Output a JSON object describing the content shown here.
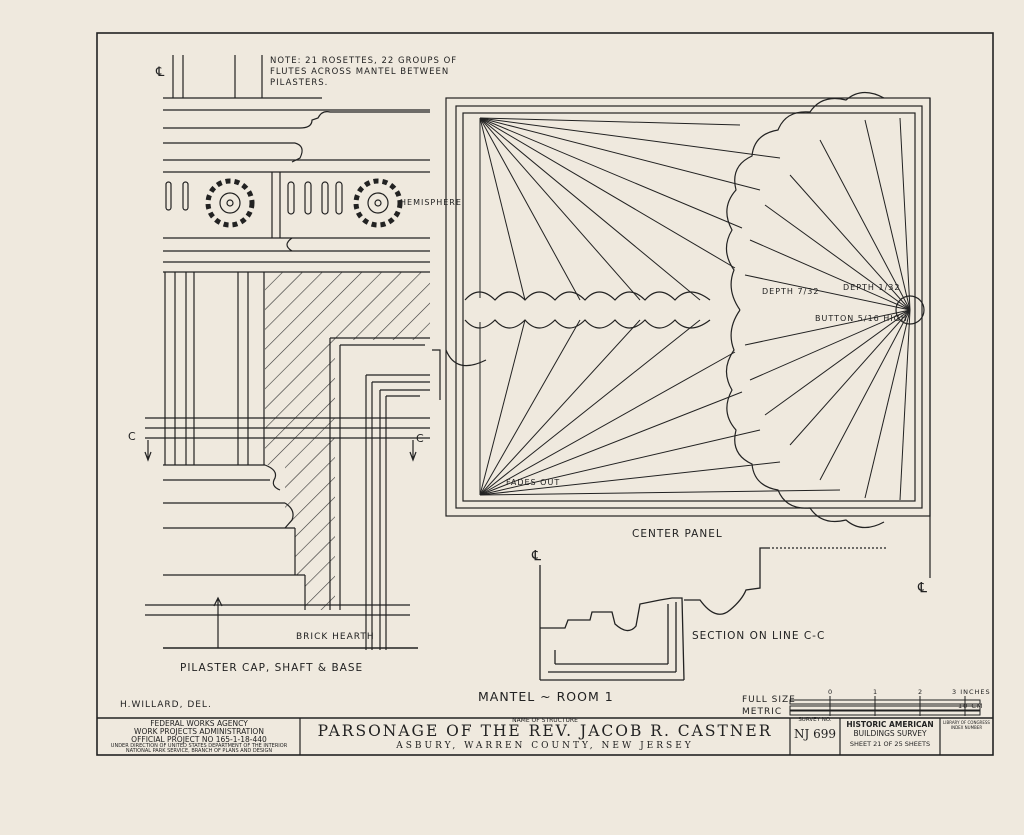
{
  "drawing": {
    "note": "NOTE: 21 ROSETTES, 22 GROUPS OF FLUTES ACROSS MANTEL BETWEEN PILASTERS.",
    "labels": {
      "hemisphere": "HEMISPHERE",
      "depth_left": "DEPTH 7/32",
      "depth_right": "DEPTH 1/32",
      "button": "BUTTON 5/16 HIGH",
      "fades_out": "FADES OUT",
      "center_panel": "CENTER PANEL",
      "section_line": "SECTION ON LINE C-C",
      "pilaster": "PILASTER CAP, SHAFT & BASE",
      "brick_hearth": "BRICK HEARTH",
      "mantel_room": "MANTEL ~ ROOM 1",
      "delineator": "H.WILLARD, DEL.",
      "cut_c_left": "C",
      "cut_c_right": "C"
    },
    "scale": {
      "full_size": "FULL SIZE",
      "metric": "METRIC",
      "inches": "3 INCHES",
      "cm": "10 CM",
      "ticks": [
        "0",
        "1",
        "2"
      ]
    }
  },
  "title_block": {
    "agency": [
      "FEDERAL WORKS AGENCY",
      "WORK PROJECTS ADMINISTRATION",
      "OFFICIAL PROJECT NO 165-1-18-440"
    ],
    "direction": [
      "UNDER DIRECTION OF UNITED STATES DEPARTMENT OF THE INTERIOR",
      "NATIONAL PARK SERVICE, BRANCH OF PLANS AND DESIGN"
    ],
    "name_caption": "NAME OF STRUCTURE",
    "structure": "PARSONAGE OF THE REV. JACOB R. CASTNER",
    "location": "ASBURY, WARREN COUNTY, NEW JERSEY",
    "survey_caption": "SURVEY NO.",
    "survey_no": "NJ 699",
    "habs": [
      "HISTORIC AMERICAN",
      "BUILDINGS SURVEY"
    ],
    "sheet": "SHEET 21 OF 25 SHEETS",
    "library": [
      "LIBRARY OF CONGRESS",
      "INDEX NUMBER"
    ]
  }
}
